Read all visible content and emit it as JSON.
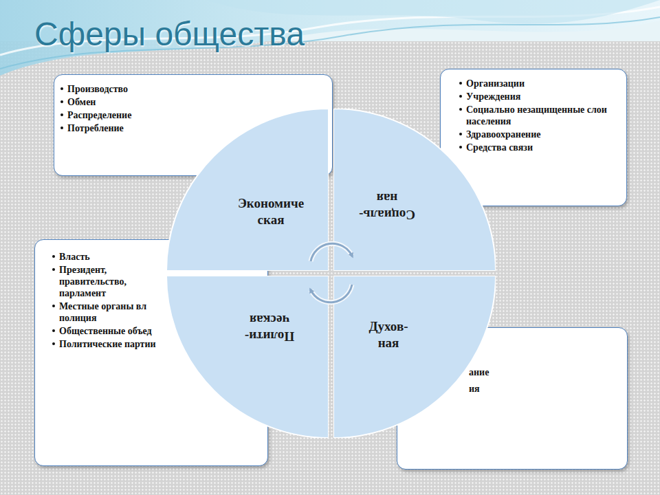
{
  "diagram": {
    "title": "Сферы общества",
    "nodes": [
      {
        "text": [
          "Производство",
          "Обмен",
          "Распределение",
          "Потребление"
        ]
      },
      {
        "text": [
          "Организации",
          "Учреждения",
          "Социально незащищенные слои населения",
          "Здравоохранение",
          "Средства связи"
        ]
      },
      {
        "text": [
          "Власть",
          "Президент, правительство, парламент",
          "Местные органы вл полиция",
          "Общественные объед",
          "Политические партии"
        ]
      },
      {
        "text": [
          "ание",
          "ия"
        ]
      },
      {
        "text": [
          "Экономиче ская"
        ]
      },
      {
        "text": [
          "Социаль- ная"
        ]
      },
      {
        "text": [
          "Полити- ческая"
        ]
      },
      {
        "text": [
          "Духов- ная"
        ]
      }
    ]
  }
}
